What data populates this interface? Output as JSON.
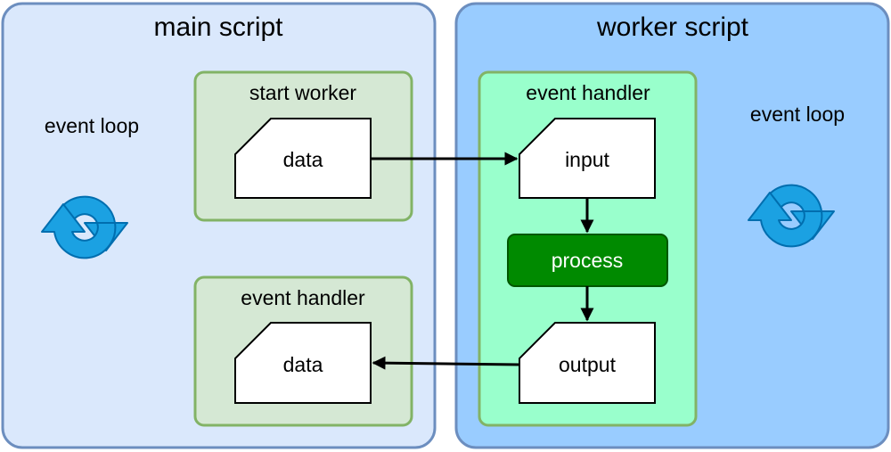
{
  "main_panel": {
    "title": "main script",
    "event_loop_label": "event loop",
    "start_group": {
      "title": "start worker",
      "doc_label": "data"
    },
    "handler_group": {
      "title": "event handler",
      "doc_label": "data"
    }
  },
  "worker_panel": {
    "title": "worker script",
    "event_loop_label": "event loop",
    "handler_group": {
      "title": "event handler",
      "input_label": "input",
      "process_label": "process",
      "output_label": "output"
    }
  },
  "colors": {
    "main_fill": "#dae8fc",
    "panel_stroke": "#6c8ebf",
    "worker_fill": "#99ccff",
    "group_green_fill": "#d5e8d4",
    "group_green_stroke": "#82b366",
    "worker_group_fill": "#99ffcc",
    "process_fill": "#008a00",
    "process_stroke": "#005700",
    "loop_fill": "#1ba1e2",
    "loop_stroke": "#006eaf"
  },
  "icons": [
    "refresh-cycle-icon"
  ]
}
